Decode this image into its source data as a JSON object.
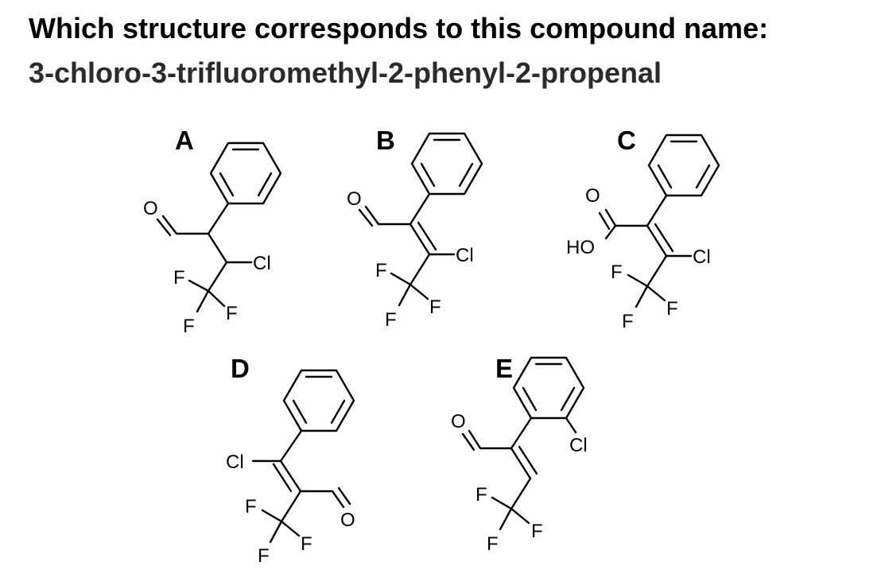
{
  "question": {
    "line1": "Which structure corresponds to this compound name:",
    "line2": "3-chloro-3-trifluoromethyl-2-phenyl-2-propenal"
  },
  "options": [
    {
      "id": "A",
      "label": "A",
      "atoms": {
        "oxygen": "O",
        "chlorine": "Cl",
        "fluorine1": "F",
        "fluorine2": "F",
        "fluorine3": "F"
      }
    },
    {
      "id": "B",
      "label": "B",
      "atoms": {
        "oxygen": "O",
        "chlorine": "Cl",
        "fluorine1": "F",
        "fluorine2": "F",
        "fluorine3": "F"
      }
    },
    {
      "id": "C",
      "label": "C",
      "atoms": {
        "oxygen": "O",
        "hydroxyl": "HO",
        "chlorine": "Cl",
        "fluorine1": "F",
        "fluorine2": "F",
        "fluorine3": "F"
      }
    },
    {
      "id": "D",
      "label": "D",
      "atoms": {
        "oxygen": "O",
        "chlorine": "Cl",
        "fluorine1": "F",
        "fluorine2": "F",
        "fluorine3": "F"
      }
    },
    {
      "id": "E",
      "label": "E",
      "atoms": {
        "oxygen": "O",
        "chlorine": "Cl",
        "fluorine1": "F",
        "fluorine2": "F",
        "fluorine3": "F"
      }
    }
  ]
}
